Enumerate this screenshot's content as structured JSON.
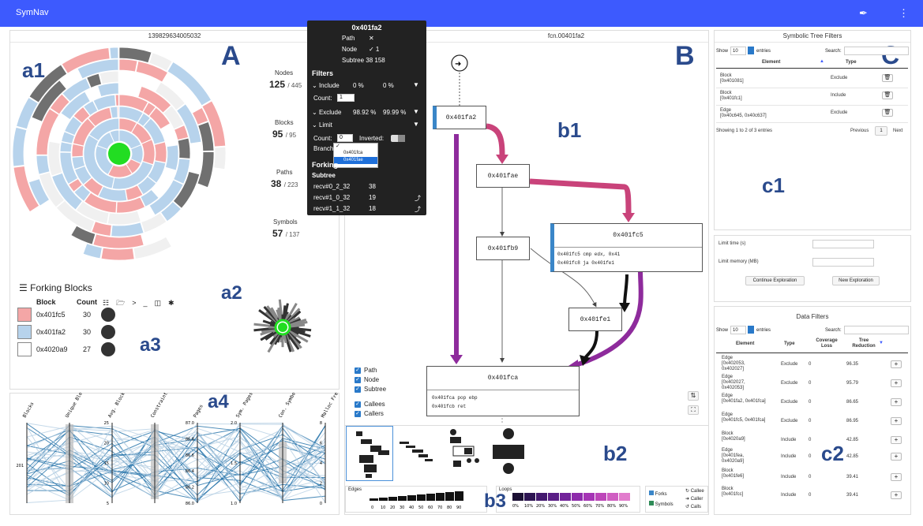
{
  "app": {
    "title": "SymNav"
  },
  "annotations": {
    "A": "A",
    "a1": "a1",
    "a2": "a2",
    "a3": "a3",
    "a4": "a4",
    "B": "B",
    "b1": "b1",
    "b2": "b2",
    "b3": "b3",
    "C": "C",
    "c1": "c1",
    "c2": "c2"
  },
  "panelA": {
    "title": "139829634005032",
    "stats": [
      {
        "label": "Nodes",
        "value": "125",
        "total": "/ 445"
      },
      {
        "label": "Blocks",
        "value": "95",
        "total": "/ 95"
      },
      {
        "label": "Paths",
        "value": "38",
        "total": "/ 223"
      },
      {
        "label": "Symbols",
        "value": "57",
        "total": "/ 137"
      }
    ]
  },
  "forking": {
    "title": "Forking Blocks",
    "col_block": "Block",
    "col_count": "Count",
    "rows": [
      {
        "block": "0x401fc5",
        "count": "30",
        "color": "#f4a6a6"
      },
      {
        "block": "0x401fa2",
        "count": "30",
        "color": "#b7d3ec"
      },
      {
        "block": "0x4020a9",
        "count": "27",
        "color": "#ffffff"
      }
    ]
  },
  "parallel": {
    "axes": [
      "Blocks",
      "Unique Blocks",
      "Avg. Block",
      "Constraints",
      "Pages",
      "Sym. Pages",
      "Con. Symbols",
      "Malloc Free"
    ],
    "ticks_pages": [
      "87.0",
      "86.8",
      "86.6",
      "86.4",
      "86.2",
      "86.0"
    ],
    "ticks_avg": [
      "25",
      "20",
      "15",
      "10",
      "5"
    ],
    "ticks_sym": [
      "2.0",
      "1.5",
      "1.0"
    ],
    "ticks_malloc": [
      "8",
      "6",
      "4",
      "2",
      "0"
    ],
    "blocks_tick": "201"
  },
  "tooltip": {
    "title": "0x401fa2",
    "path_label": "Path",
    "path_val": "✕",
    "node_label": "Node",
    "node_val": "✓ 1",
    "subtree": "Subtree 38 158",
    "filters": "Filters",
    "include": "Include",
    "include_a": "0 %",
    "include_b": "0 %",
    "count_label": "Count:",
    "count_val": "1",
    "exclude": "Exclude",
    "exclude_a": "98.92 %",
    "exclude_b": "99.99 %",
    "limit": "Limit",
    "limit_count": "Count:",
    "limit_count_val": "0",
    "inverted": "Inverted:",
    "branch": "Branch",
    "branch_opt1": "0x401fca",
    "branch_opt2": "0x401fae",
    "forking": "Forking",
    "subtree_hdr": "Subtree",
    "recv_rows": [
      {
        "name": "recv#0_2_32",
        "val": "38"
      },
      {
        "name": "recv#1_0_32",
        "val": "19"
      },
      {
        "name": "recv#1_1_32",
        "val": "18"
      }
    ]
  },
  "panelB": {
    "title": "fcn.00401fa2",
    "nodes": {
      "n1": "0x401fa2",
      "n2": "0x401fae",
      "n3": "0x401fb9",
      "n4": "0x401fc5",
      "n4_code1": "0x401fc5 cmp edx, 0x41",
      "n4_code2": "0x401fc8 ja 0x401fe1",
      "n5": "0x401fe1",
      "n6": "0x401fca",
      "n6_code1": "0x401fca pop ebp",
      "n6_code2": "0x401fcb ret"
    },
    "checks": [
      "Path",
      "Node",
      "Subtree",
      "Callees",
      "Callers"
    ],
    "edges_label": "Edges",
    "edges_ticks": [
      "0",
      "10",
      "20",
      "30",
      "40",
      "50",
      "60",
      "70",
      "80",
      "90"
    ],
    "loops_label": "Loops",
    "loops_ticks": [
      "0%",
      "10%",
      "20%",
      "30%",
      "40%",
      "50%",
      "60%",
      "70%",
      "80%",
      "90%"
    ],
    "legend": {
      "forks": "Forks",
      "symbols": "Symbols",
      "callee": "Callee",
      "caller": "Caller",
      "calls": "Calls"
    }
  },
  "symTree": {
    "title": "Symbolic Tree Filters",
    "show": "Show",
    "entries_val": "10",
    "entries": "entries",
    "search": "Search:",
    "col_element": "Element",
    "col_type": "Type",
    "rows": [
      {
        "el1": "Block",
        "el2": "[0x401081]",
        "type": "Exclude"
      },
      {
        "el1": "Block",
        "el2": "[0x401fc1]",
        "type": "Include"
      },
      {
        "el1": "Edge",
        "el2": "[0x40c645, 0x40c637]",
        "type": "Exclude"
      }
    ],
    "showing": "Showing 1 to 2 of 3 entries",
    "prev": "Previous",
    "page": "1",
    "next": "Next"
  },
  "limits": {
    "time": "Limit time (s)",
    "memory": "Limit memory (MB)",
    "continue": "Continue Exploration",
    "new": "New Exploration"
  },
  "dataFilters": {
    "title": "Data Filters",
    "show": "Show",
    "entries_val": "10",
    "entries": "entries",
    "search": "Search:",
    "col_element": "Element",
    "col_type": "Type",
    "col_cov": "Coverage Loss",
    "col_tree": "Tree Reduction",
    "rows": [
      {
        "el1": "Edge",
        "el2": "[0x402053,",
        "el3": "0x402027]",
        "type": "Exclude",
        "cov": "0",
        "tree": "96.35"
      },
      {
        "el1": "Edge",
        "el2": "[0x402027,",
        "el3": "0x402053]",
        "type": "Exclude",
        "cov": "0",
        "tree": "95.79"
      },
      {
        "el1": "Edge",
        "el2": "[0x401fa2, 0x401fca]",
        "el3": "",
        "type": "Exclude",
        "cov": "0",
        "tree": "86.65"
      },
      {
        "el1": "Edge",
        "el2": "[0x401fc5, 0x401fca]",
        "el3": "",
        "type": "Exclude",
        "cov": "0",
        "tree": "86.95"
      },
      {
        "el1": "Block",
        "el2": "[0x4020a9]",
        "el3": "",
        "type": "Include",
        "cov": "0",
        "tree": "42.85"
      },
      {
        "el1": "Edge",
        "el2": "[0x401fea,",
        "el3": "0x4020a9]",
        "type": "Include",
        "cov": "0",
        "tree": "42.85"
      },
      {
        "el1": "Block",
        "el2": "[0x401fe6]",
        "el3": "",
        "type": "Include",
        "cov": "0",
        "tree": "39.41"
      },
      {
        "el1": "Block",
        "el2": "[0x401fcc]",
        "el3": "",
        "type": "Include",
        "cov": "0",
        "tree": "39.41"
      }
    ]
  }
}
